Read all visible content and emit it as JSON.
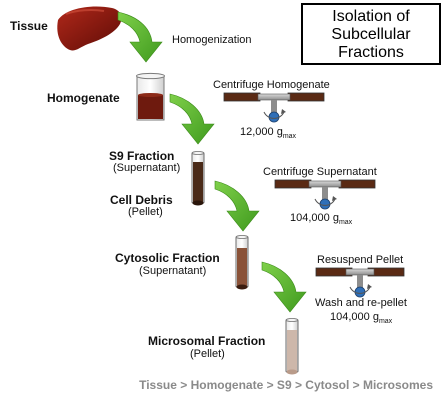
{
  "title_lines": [
    "Isolation of",
    "Subcellular",
    "Fractions"
  ],
  "stages": {
    "tissue": "Tissue",
    "homogenate": "Homogenate",
    "s9": "S9 Fraction",
    "s9_note": "(Supernatant)",
    "debris": "Cell Debris",
    "debris_note": "(Pellet)",
    "cytosolic": "Cytosolic Fraction",
    "cytosolic_note": "(Supernatant)",
    "microsomal": "Microsomal Fraction",
    "microsomal_note": "(Pellet)"
  },
  "steps": {
    "homogenization": "Homogenization",
    "centrifuge_homogenate": "Centrifuge Homogenate",
    "centrifuge_supernatant": "Centrifuge Supernatant",
    "resuspend_pellet": "Resuspend Pellet",
    "wash_repellet": "Wash and re-pellet"
  },
  "speeds": {
    "first": {
      "value": "12,000 g",
      "sub": "max"
    },
    "second": {
      "value": "104,000 g",
      "sub": "max"
    },
    "third": {
      "value": "104,000 g",
      "sub": "max"
    }
  },
  "footer": "Tissue > Homogenate > S9 > Cytosol > Microsomes",
  "colors": {
    "liver": "#8b1a10",
    "arrow_green": "#5ab52a",
    "homogenate": "#6e1a0e",
    "dark_tube": "#4a2a18",
    "cytosol_tube": "#8a5238",
    "microsome_tube": "#cdb7aa",
    "footer_text": "#8a8a8a"
  }
}
